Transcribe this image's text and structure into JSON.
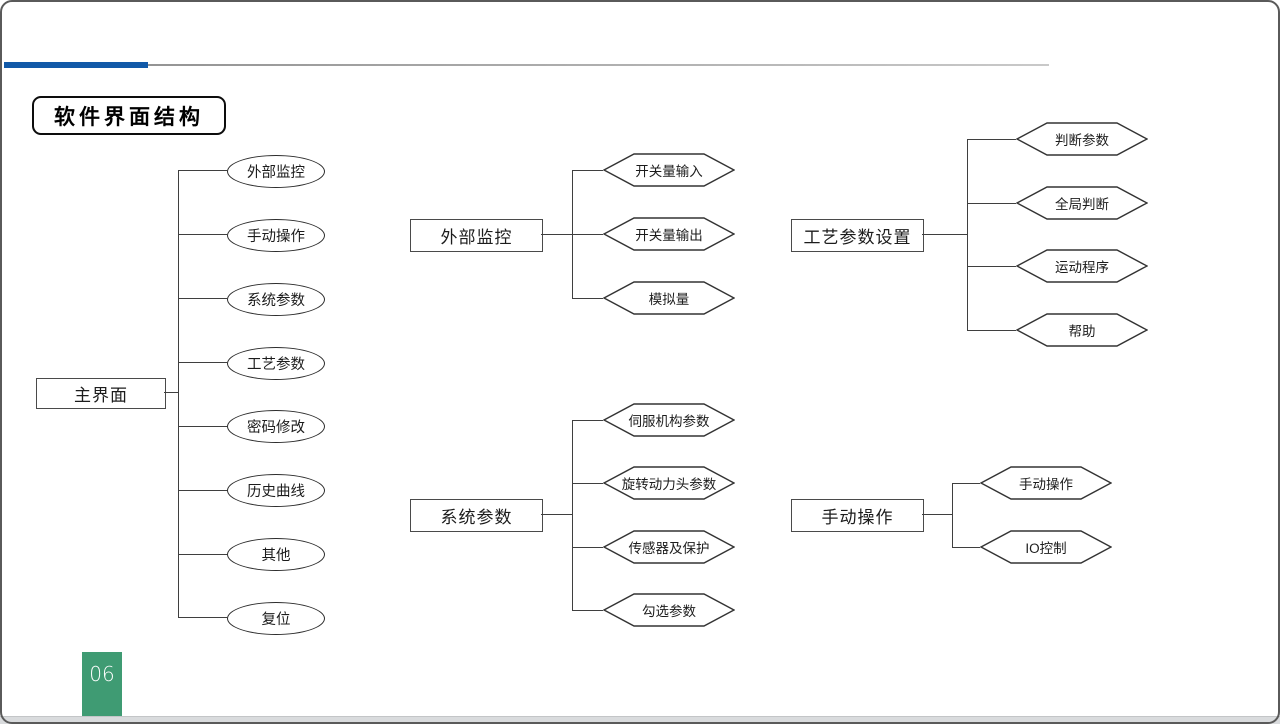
{
  "slide": {
    "title": "软件界面结构",
    "page_number": "06"
  },
  "colors": {
    "header_bar_blue": "#1159a8",
    "header_line_gray": "#9a9a9a",
    "page_number_green": "#3f9b73",
    "footer_strip_gray": "#d9dbdd",
    "diagram_line": "#3f3f3f"
  },
  "diagram": {
    "main_tree": {
      "root": "主界面",
      "children": [
        "外部监控",
        "手动操作",
        "系统参数",
        "工艺参数",
        "密码修改",
        "历史曲线",
        "其他",
        "复位"
      ]
    },
    "external_monitor_tree": {
      "root": "外部监控",
      "children": [
        "开关量输入",
        "开关量输出",
        "模拟量"
      ]
    },
    "system_params_tree": {
      "root": "系统参数",
      "children": [
        "伺服机构参数",
        "旋转动力头参数",
        "传感器及保护",
        "勾选参数"
      ]
    },
    "process_params_tree": {
      "root": "工艺参数设置",
      "children": [
        "判断参数",
        "全局判断",
        "运动程序",
        "帮助"
      ]
    },
    "manual_operation_tree": {
      "root": "手动操作",
      "children": [
        "手动操作",
        "IO控制"
      ]
    }
  }
}
